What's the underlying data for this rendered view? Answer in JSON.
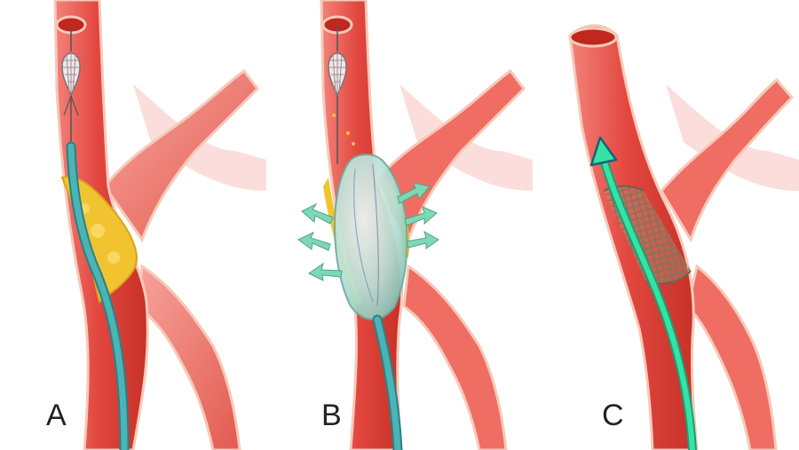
{
  "panels": [
    {
      "label": "A"
    },
    {
      "label": "B"
    },
    {
      "label": "C"
    }
  ],
  "colors": {
    "artery": "#e2473f",
    "artery_dark": "#c73028",
    "artery_light": "#f07a70",
    "vessel_wall": "#f6c9b8",
    "plaque": "#f2c331",
    "plaque_dark": "#d9a21c",
    "catheter": "#4bb4b4",
    "catheter_dark": "#2d7f86",
    "balloon": "#b9e2d8",
    "arrow": "#7ed8b6",
    "stent": "#8a8a6a",
    "stent_guide": "#35e3a5"
  },
  "icons": {
    "embolic_filter": "filter-basket-icon",
    "expansion_arrow": "expansion-arrow-icon",
    "direction_arrow": "arrow-up-icon"
  }
}
